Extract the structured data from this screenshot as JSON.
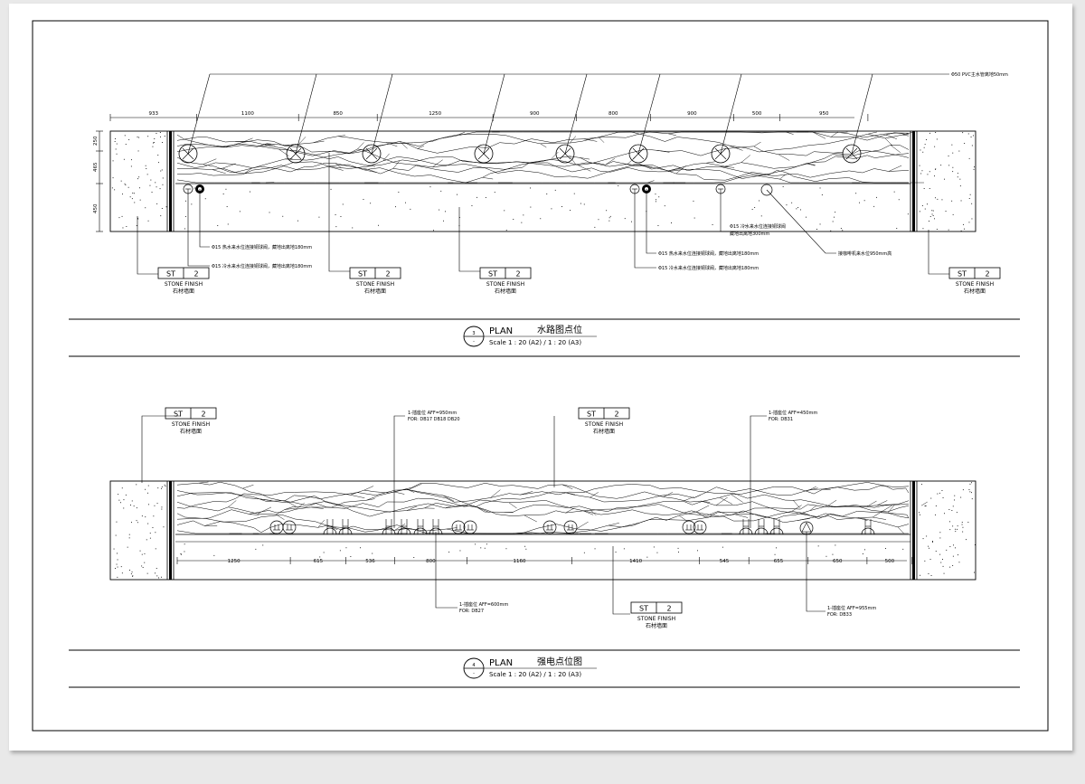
{
  "colors": {
    "ink": "#000000",
    "paper": "#ffffff",
    "backdrop": "#e9e9e9"
  },
  "tag": {
    "code": "ST",
    "number": "2",
    "finish": "STONE FINISH",
    "finish_cn": "石材墙面"
  },
  "plan3": {
    "number": "3",
    "sub": "-",
    "label": "PLAN",
    "title_cn": "水路图点位",
    "scale": "Scale 1 : 20 (A2) / 1 : 20 (A3)",
    "dims": [
      "933",
      "1100",
      "850",
      "1250",
      "900",
      "800",
      "900",
      "500",
      "950"
    ],
    "side_dims": [
      "250",
      "465",
      "450"
    ],
    "notes": {
      "pvc": "Φ50 PVC主水管离地50mm",
      "hot_left": "Φ15 热水来水位连接铜球阀，藏地出离地180mm",
      "cold_left": "Φ15 冷水来水位连接铜球阀，藏地出离地180mm",
      "hot_right": "Φ15 热水来水位连接铜球阀，藏地出离地180mm",
      "cold_right": "Φ15 冷水来水位连接铜球阀，藏地出离地180mm",
      "cold_mid": "Φ15 冷水来水位连接铜球阀",
      "cold_mid2": "藏地出离地300mm",
      "coffee": "接咖啡机来水位950mm高"
    }
  },
  "plan4": {
    "number": "4",
    "sub": "-",
    "label": "PLAN",
    "title_cn": "强电点位图",
    "scale": "Scale 1 : 20 (A2) / 1 : 20 (A3)",
    "dims": [
      "1250",
      "615",
      "536",
      "800",
      "1160",
      "1410",
      "545",
      "655",
      "650",
      "500"
    ],
    "notes": {
      "n1a": "1-插座位 AFF=950mm",
      "n1b": "FOR: DB17 DB18 DB20",
      "n2a": "1-插座位 AFF=450mm",
      "n2b": "FOR: DB31",
      "n3a": "1-插座位 AFF=600mm",
      "n3b": "FOR: DB27",
      "n4a": "1-插座位 AFF=955mm",
      "n4b": "FOR: DB33"
    }
  }
}
